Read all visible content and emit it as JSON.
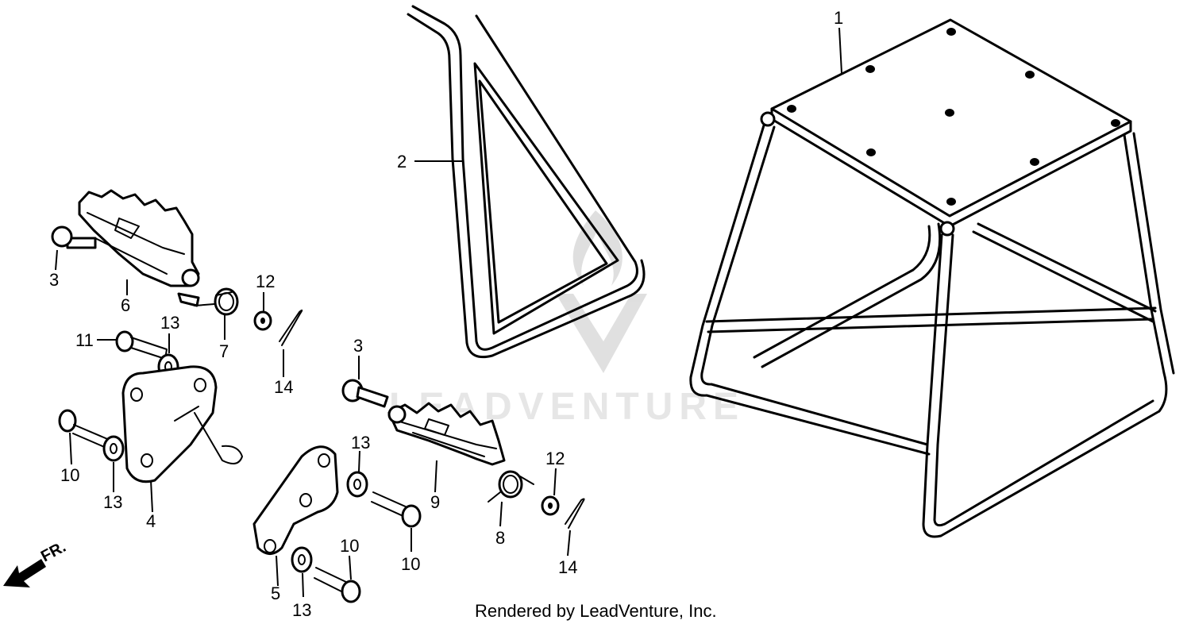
{
  "watermark": {
    "brand": "LEADVENTURE"
  },
  "credit": "Rendered by LeadVenture, Inc.",
  "direction_label": "FR.",
  "callouts": [
    {
      "id": "c1",
      "label": "1"
    },
    {
      "id": "c2",
      "label": "2"
    },
    {
      "id": "c3a",
      "label": "3"
    },
    {
      "id": "c3b",
      "label": "3"
    },
    {
      "id": "c4",
      "label": "4"
    },
    {
      "id": "c5",
      "label": "5"
    },
    {
      "id": "c6",
      "label": "6"
    },
    {
      "id": "c7",
      "label": "7"
    },
    {
      "id": "c8",
      "label": "8"
    },
    {
      "id": "c9",
      "label": "9"
    },
    {
      "id": "c10a",
      "label": "10"
    },
    {
      "id": "c10b",
      "label": "10"
    },
    {
      "id": "c10c",
      "label": "10"
    },
    {
      "id": "c11",
      "label": "11"
    },
    {
      "id": "c12a",
      "label": "12"
    },
    {
      "id": "c12b",
      "label": "12"
    },
    {
      "id": "c13a",
      "label": "13"
    },
    {
      "id": "c13b",
      "label": "13"
    },
    {
      "id": "c13c",
      "label": "13"
    },
    {
      "id": "c13d",
      "label": "13"
    },
    {
      "id": "c14a",
      "label": "14"
    },
    {
      "id": "c14b",
      "label": "14"
    }
  ]
}
